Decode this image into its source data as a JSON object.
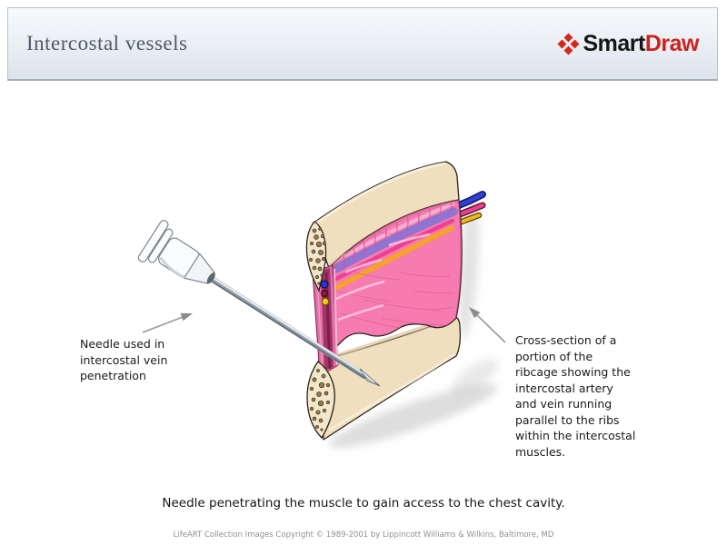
{
  "header": {
    "title": "Intercostal vessels",
    "logo": {
      "smart": "Smart",
      "draw": "Draw",
      "accent_color": "#d2231e"
    }
  },
  "labels": {
    "needle": "Needle used in\nintercostal vein\npenetration",
    "cross_section": "Cross-section of a\nportion of the\nribcage showing the\nintercostal artery\nand vein running\nparallel to the ribs\nwithin the intercostal\nmuscles."
  },
  "caption": "Needle penetrating the muscle to gain access to the chest cavity.",
  "footer": "LifeART Collection Images Copyright © 1989-2001 by Lippincott Williams & Wilkins, Baltimore, MD",
  "illustration": {
    "colors": {
      "muscle": "#f57bb0",
      "bone": "#efdfbf",
      "vein": "#2f3fd8",
      "artery": "#ee3f94",
      "nerve": "#f5b91d",
      "vein_band": "#8a74d4",
      "needle_metal": "#8f9aa5"
    }
  }
}
